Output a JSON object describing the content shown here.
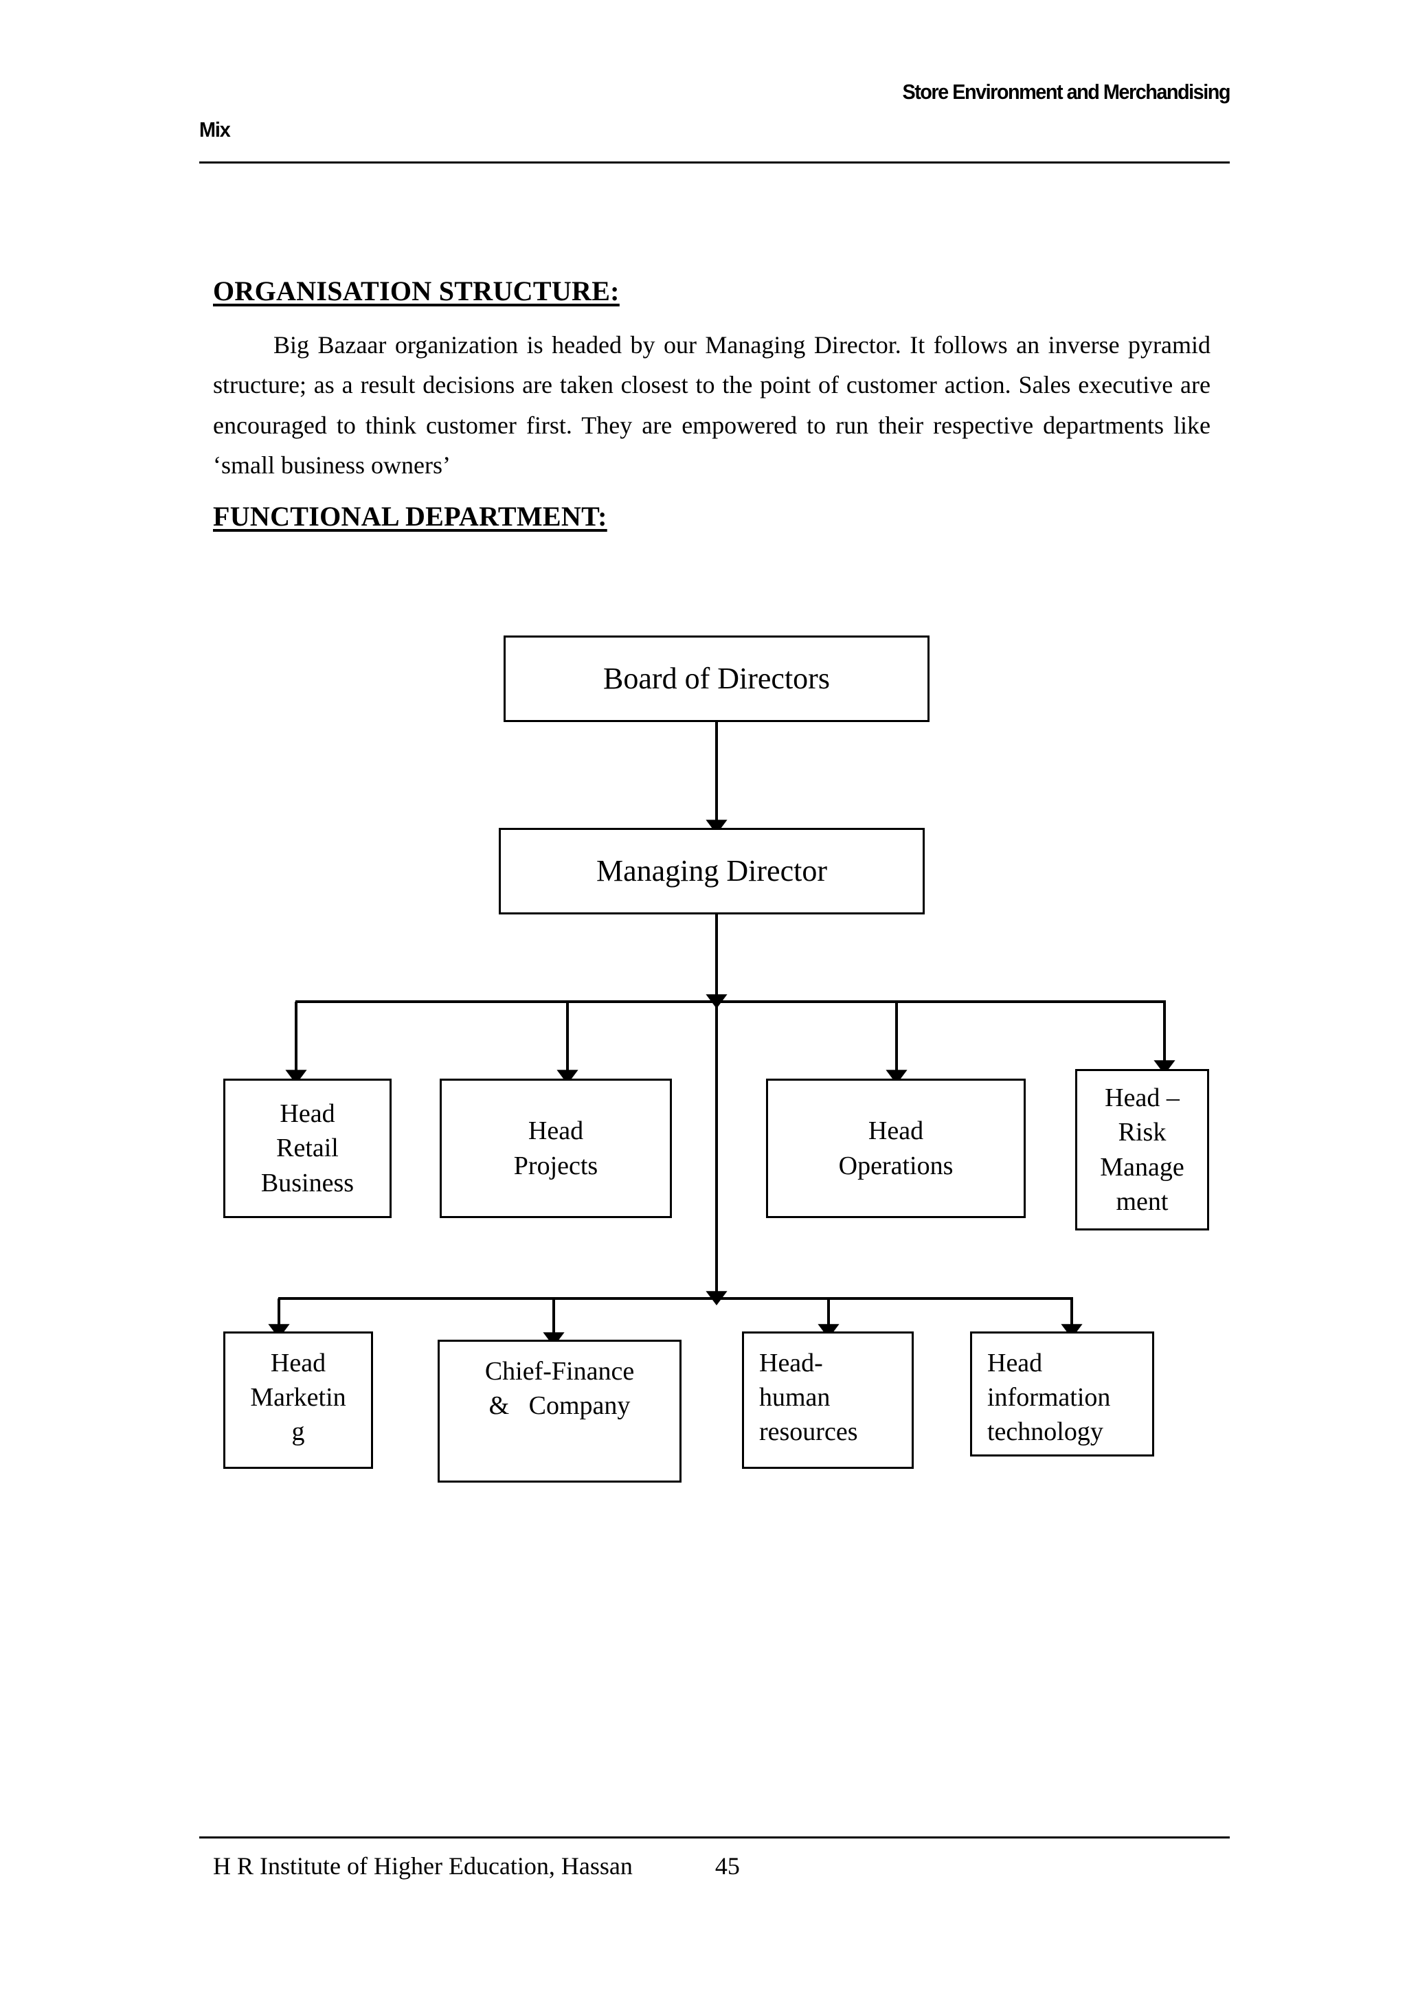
{
  "header": {
    "title_line1": "Store Environment and Merchandising",
    "title_line2": "Mix"
  },
  "sections": {
    "heading_1": "ORGANISATION STRUCTURE:",
    "paragraph_1": "Big Bazaar organization is headed by our Managing Director. It follows an inverse pyramid structure; as a result decisions are taken closest to the point of customer action. Sales executive are encouraged to think customer first. They are empowered to run their respective departments like ‘small business owners’",
    "heading_2": "FUNCTIONAL DEPARTMENT:"
  },
  "org_chart": {
    "level1": {
      "label": "Board of Directors"
    },
    "level2": {
      "label": "Managing Director"
    },
    "level3": [
      {
        "line1": "Head",
        "line2": "Retail",
        "line3": "Business"
      },
      {
        "line1": "Head",
        "line2": "Projects"
      },
      {
        "line1": "Head",
        "line2": "Operations"
      },
      {
        "line1": "Head –",
        "line2": "Risk",
        "line3": "Manage",
        "line4": "ment"
      }
    ],
    "level4": [
      {
        "line1": "Head",
        "line2": "Marketin",
        "line3": "g"
      },
      {
        "line1": "Chief-Finance",
        "line2": "&   Company"
      },
      {
        "line1": "Head-",
        "line2": "human",
        "line3": "resources"
      },
      {
        "line1": "Head",
        "line2": "information",
        "line3": "technology"
      }
    ]
  },
  "footer": {
    "institute": "H R Institute of Higher Education, Hassan",
    "page_number": "45"
  }
}
